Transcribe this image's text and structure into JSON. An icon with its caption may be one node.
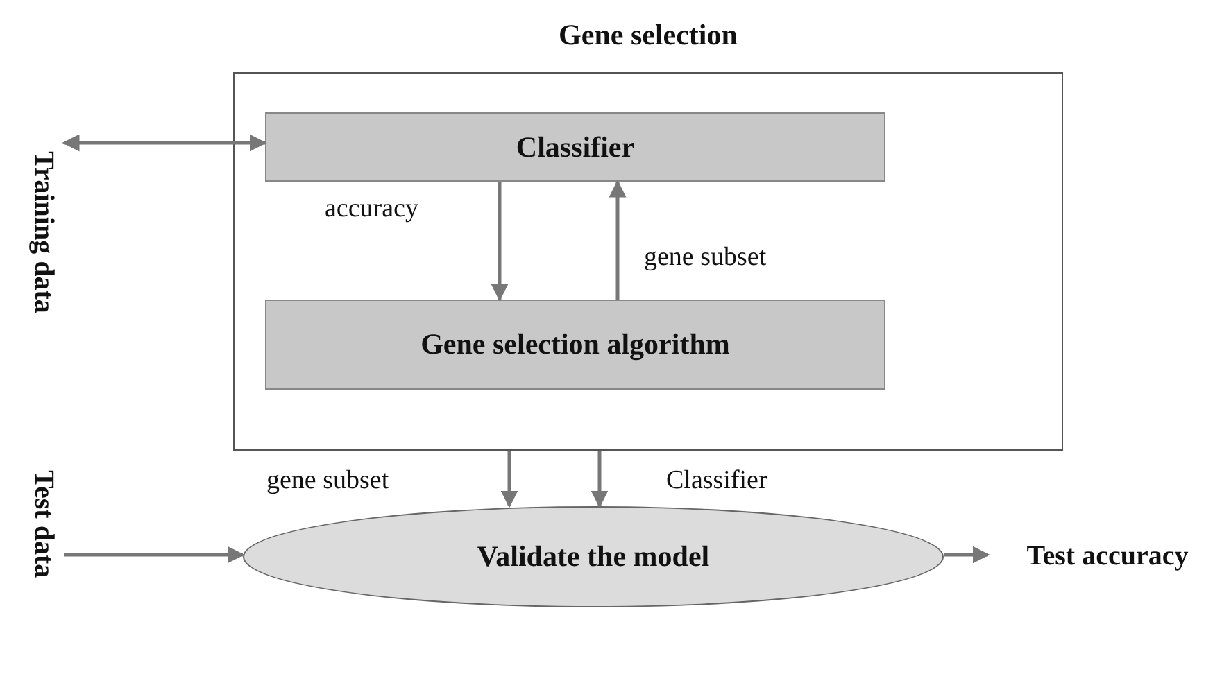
{
  "diagram": {
    "nodes": [
      {
        "text": [
          "Gene selection"
        ]
      },
      {
        "text": [
          "Classifier"
        ],
        "in": 0
      },
      {
        "text": [
          "Gene selection algorithm"
        ],
        "in": 0
      },
      {
        "text": [
          "Training data"
        ]
      },
      {
        "text": [
          "Test data"
        ]
      },
      {
        "text": [
          "Validate the model"
        ]
      },
      {
        "text": [
          "Test accuracy"
        ]
      }
    ],
    "edges": [
      {
        "from": 3,
        "to": 1,
        "arrow": "both"
      },
      {
        "from": 1,
        "to": 2,
        "arrow": "to",
        "label": "accuracy"
      },
      {
        "from": 2,
        "to": 1,
        "arrow": "to",
        "label": "gene subset"
      },
      {
        "from": 0,
        "to": 5,
        "arrow": "to",
        "label": "gene subset"
      },
      {
        "from": 0,
        "to": 5,
        "arrow": "to",
        "label": "Classifier"
      },
      {
        "from": 4,
        "to": 5,
        "arrow": "to"
      },
      {
        "from": 5,
        "to": 6,
        "arrow": "to"
      }
    ]
  }
}
